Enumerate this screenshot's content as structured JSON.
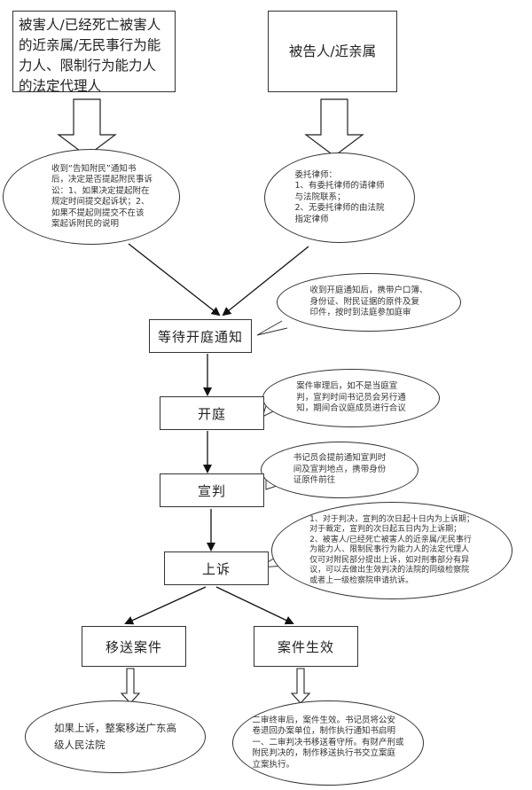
{
  "top": {
    "victim_box": "被害人/已经死亡被害人\n的近亲属/无民事行为能\n力人、限制行为能力人\n的法定代理人",
    "defendant_box": "被告人/近亲属"
  },
  "notes": {
    "victim_note": "收到“告知附民”通知书\n后，决定是否提起附民事诉\n讼：1、如果决定提起附在\n规定时间提交起诉状；2、\n如果不提起则提交不在该\n案起诉附民的说明",
    "lawyer_note": "委托律师：\n1、有委托律师的请律师\n与法院联系；\n2、无委托律师的由法院\n指定律师",
    "hearing_notice_note": "收到开庭通知后，携带户口簿、\n身份证、附民证据的原件及复\n印件，按时到法庭参加庭审",
    "hearing_note": "案件审理后，如不是当庭宣\n判，宣判时间书记员会另行通\n知，期间合议庭成员进行合议",
    "verdict_note": "书记员会提前通知宣判时\n间及宣判地点，携带身份\n证原件前往",
    "appeal_note": "1、对于判决，宣判的次日起十日内为上诉期；\n对于裁定，宣判的次日起五日内为上诉期；\n2、被害人/已经死亡被害人的近亲属/无民事行\n为能力人、限制民事行为能力人的法定代理人\n仅可对附民部分提出上诉，如对刑事部分有异\n议，可以去做出生效判决的法院的同级检察院\n或者上一级检察院申请抗诉。",
    "transfer_note": "如果上诉，整案移送广东高\n级人民法院",
    "effective_note": "二审终审后，案件生效。书记员将公安\n卷退回办案单位，制作执行通知书启明\n一、二审判决书移送看守所。有财产刑或\n附民判决的，制作移送执行书交立案庭\n立案执行。"
  },
  "flow": {
    "await_hearing": "等待开庭通知",
    "hearing": "开庭",
    "verdict": "宣判",
    "appeal": "上诉",
    "transfer_case": "移送案件",
    "case_effective": "案件生效"
  }
}
